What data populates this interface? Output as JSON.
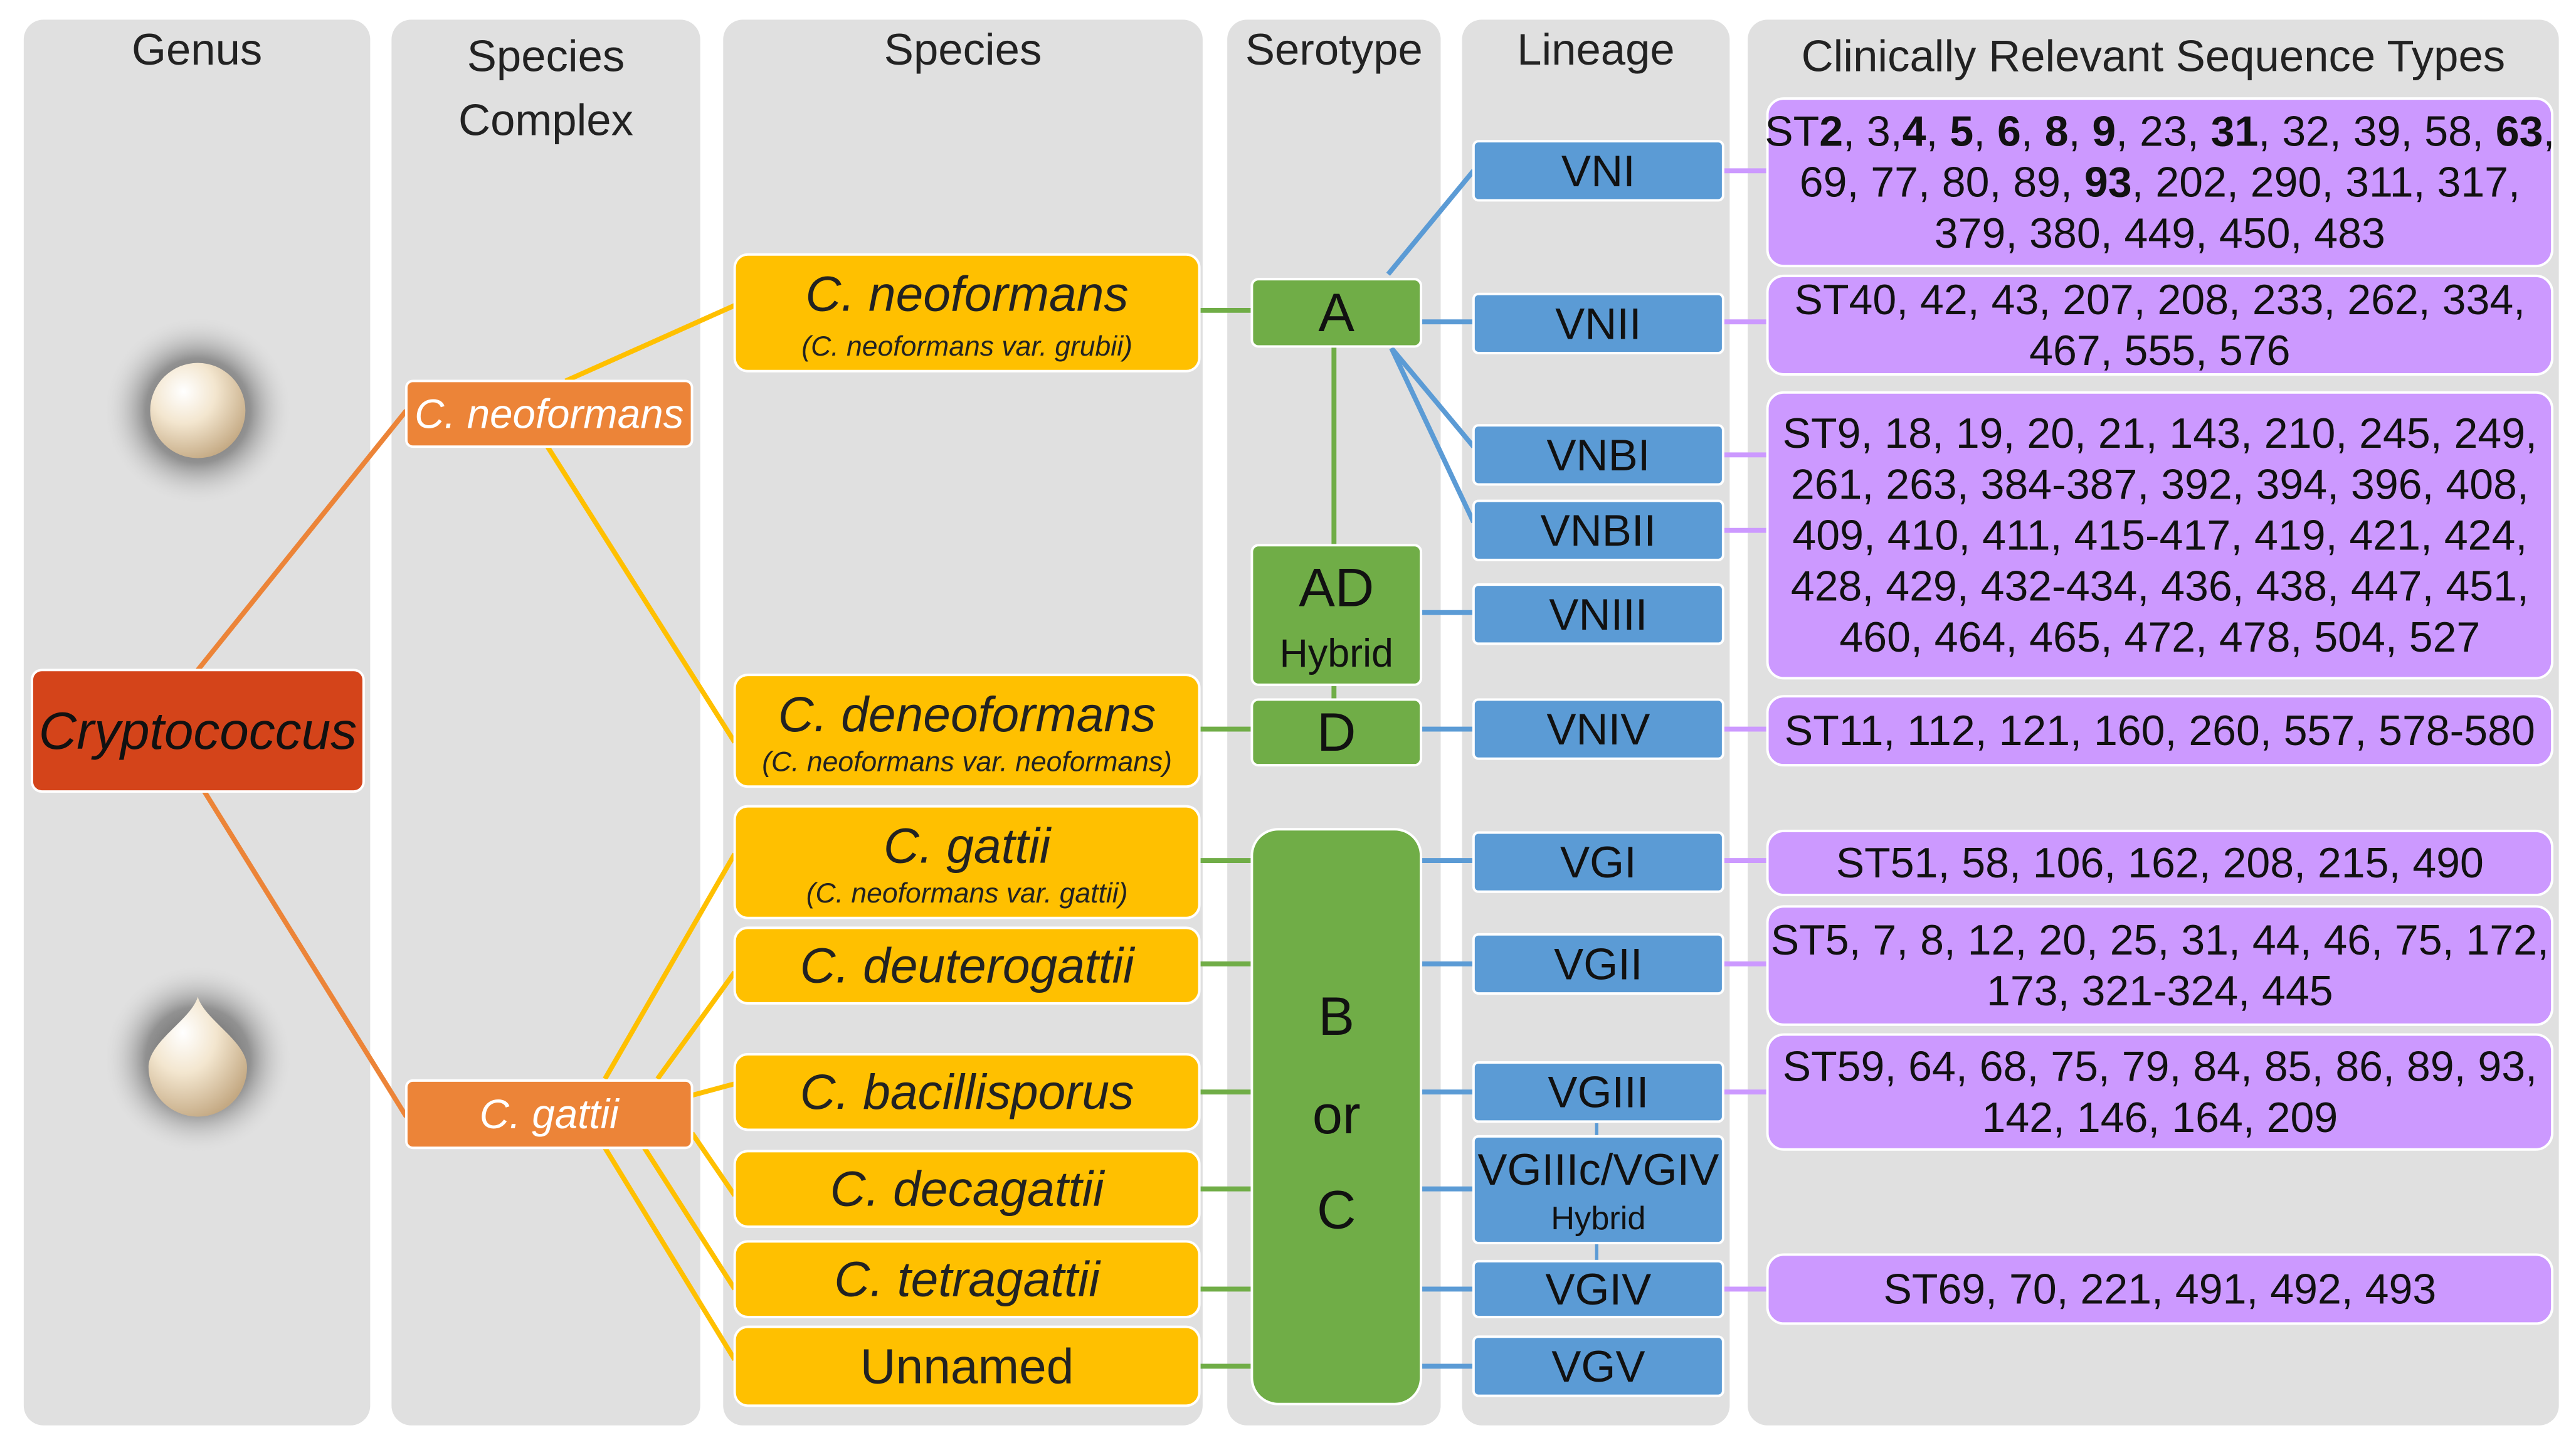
{
  "colors": {
    "column_bg": "#e0e0e0",
    "genus": "#d4441a",
    "complex": "#ec8438",
    "species": "#ffc000",
    "serotype": "#70ad47",
    "lineage": "#5b9bd5",
    "st": "#cc99ff",
    "line_orange": "#ec8438",
    "line_yellow": "#ffc000",
    "line_green": "#70ad47",
    "line_blue": "#5b9bd5",
    "line_purple": "#cc99ff"
  },
  "columns": {
    "genus": "Genus",
    "complex": [
      "Species",
      "Complex"
    ],
    "species": "Species",
    "serotype": "Serotype",
    "lineage": "Lineage",
    "st": "Clinically Relevant Sequence Types"
  },
  "genus": {
    "label": "Cryptococcus",
    "icons": [
      "round-yeast-cell-icon",
      "teardrop-yeast-cell-icon"
    ]
  },
  "complexes": [
    "C. neoformans",
    "C. gattii"
  ],
  "species": [
    {
      "name": "C. neoformans",
      "sub": "(C. neoformans  var. grubii)"
    },
    {
      "name": "C. deneoformans",
      "sub": "(C. neoformans var. neoformans)"
    },
    {
      "name": "C. gattii",
      "sub": "(C. neoformans var. gattii)"
    },
    {
      "name": "C. deuterogattii",
      "sub": ""
    },
    {
      "name": "C. bacillisporus",
      "sub": ""
    },
    {
      "name": "C. decagattii",
      "sub": ""
    },
    {
      "name": "C. tetragattii",
      "sub": ""
    },
    {
      "name": "Unnamed",
      "sub": ""
    }
  ],
  "serotypes": [
    {
      "label": "A",
      "sub": ""
    },
    {
      "label": "AD",
      "sub": "Hybrid"
    },
    {
      "label": "D",
      "sub": ""
    },
    {
      "label": [
        "B",
        "or",
        "C"
      ],
      "sub": ""
    }
  ],
  "lineages": [
    {
      "label": "VNI",
      "sub": ""
    },
    {
      "label": "VNII",
      "sub": ""
    },
    {
      "label": "VNBI",
      "sub": ""
    },
    {
      "label": "VNBII",
      "sub": ""
    },
    {
      "label": "VNIII",
      "sub": ""
    },
    {
      "label": "VNIV",
      "sub": ""
    },
    {
      "label": "VGI",
      "sub": ""
    },
    {
      "label": "VGII",
      "sub": ""
    },
    {
      "label": "VGIII",
      "sub": ""
    },
    {
      "label": "VGIIIc/VGIV",
      "sub": "Hybrid"
    },
    {
      "label": "VGIV",
      "sub": ""
    },
    {
      "label": "VGV",
      "sub": ""
    }
  ],
  "sequence_types": [
    {
      "lines": [
        [
          [
            "ST",
            false
          ],
          [
            "2",
            true
          ],
          [
            ", 3,",
            false
          ],
          [
            "4",
            true
          ],
          [
            ", ",
            false
          ],
          [
            "5",
            true
          ],
          [
            ", ",
            false
          ],
          [
            "6",
            true
          ],
          [
            ", ",
            false
          ],
          [
            "8",
            true
          ],
          [
            ", ",
            false
          ],
          [
            "9",
            true
          ],
          [
            ", 23, ",
            false
          ],
          [
            "31",
            true
          ],
          [
            ", 32, 39, 58, ",
            false
          ],
          [
            "63",
            true
          ],
          [
            ",",
            false
          ]
        ],
        [
          [
            "69, 77, 80, 89, ",
            false
          ],
          [
            "93",
            true
          ],
          [
            ", 202, 290, 311, 317,",
            false
          ]
        ],
        [
          [
            "379, 380, 449, 450,  483",
            false
          ]
        ]
      ]
    },
    {
      "lines": [
        [
          [
            "ST40, 42, 43, 207, 208, 233, 262, 334,",
            false
          ]
        ],
        [
          [
            "467, 555, 576",
            false
          ]
        ]
      ]
    },
    {
      "lines": [
        [
          [
            "ST9, 18, 19, 20, 21, 143, 210, 245, 249,",
            false
          ]
        ],
        [
          [
            "261, 263, 384-387, 392, 394, 396, 408,",
            false
          ]
        ],
        [
          [
            "409, 410, 411, 415-417, 419,  421, 424,",
            false
          ]
        ],
        [
          [
            "428, 429, 432-434, 436, 438, 447, 451,",
            false
          ]
        ],
        [
          [
            "460,  464,  465, 472, 478, 504, 527",
            false
          ]
        ]
      ]
    },
    {
      "lines": [
        [
          [
            "ST11, 112, 121, 160, 260, 557, 578-580",
            false
          ]
        ]
      ]
    },
    {
      "lines": [
        [
          [
            "ST51, 58, 106, 162, 208, 215, 490",
            false
          ]
        ]
      ]
    },
    {
      "lines": [
        [
          [
            "ST5, 7, 8, 12, 20, 25, 31, 44, 46, 75, 172,",
            false
          ]
        ],
        [
          [
            "173, 321-324, 445",
            false
          ]
        ]
      ]
    },
    {
      "lines": [
        [
          [
            "ST59, 64, 68, 75, 79, 84, 85, 86, 89, 93,",
            false
          ]
        ],
        [
          [
            "142, 146, 164, 209",
            false
          ]
        ]
      ]
    },
    {
      "lines": [
        [
          [
            "ST69, 70, 221, 491, 492, 493",
            false
          ]
        ]
      ]
    }
  ]
}
